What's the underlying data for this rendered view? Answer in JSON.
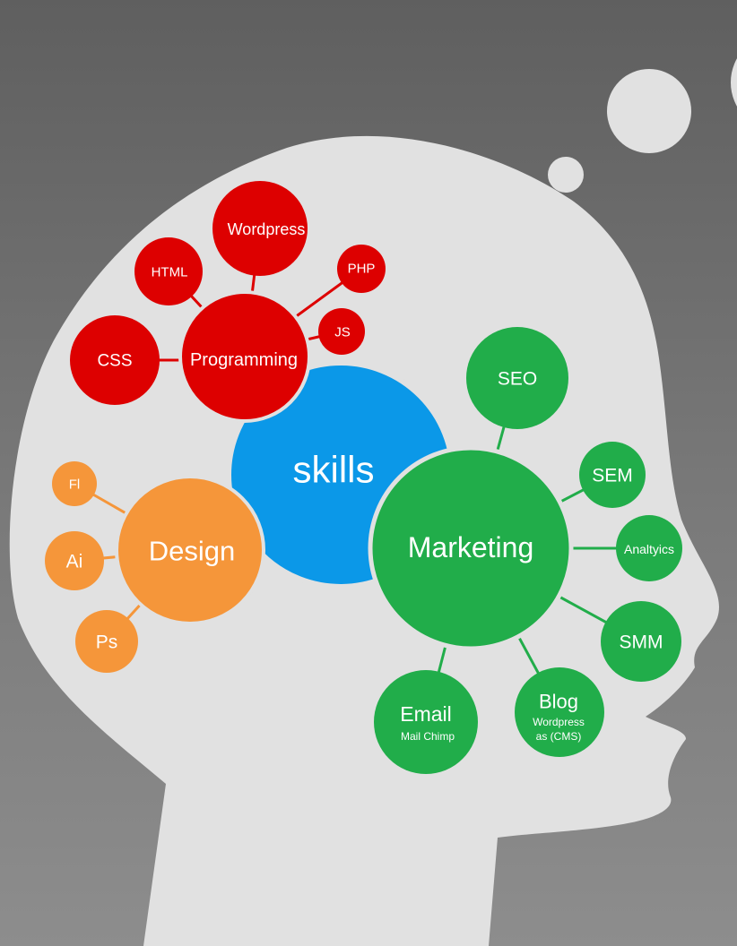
{
  "colors": {
    "background": "#6b6b6b",
    "head": "#e1e1e1",
    "core": "#0b98e8",
    "programming": "#dd0000",
    "design": "#f5963a",
    "marketing": "#21ad4a",
    "text": "#ffffff"
  },
  "center": {
    "label": "skills"
  },
  "groups": {
    "programming": {
      "label": "Programming",
      "items": [
        {
          "label": "Wordpress"
        },
        {
          "label": "HTML"
        },
        {
          "label": "PHP"
        },
        {
          "label": "JS"
        },
        {
          "label": "CSS"
        }
      ]
    },
    "design": {
      "label": "Design",
      "items": [
        {
          "label": "Fl"
        },
        {
          "label": "Ai"
        },
        {
          "label": "Ps"
        }
      ]
    },
    "marketing": {
      "label": "Marketing",
      "items": [
        {
          "label": "SEO"
        },
        {
          "label": "SEM"
        },
        {
          "label": "Analtyics"
        },
        {
          "label": "SMM"
        },
        {
          "label": "Blog",
          "sub1": "Wordpress",
          "sub2": "as (CMS)"
        },
        {
          "label": "Email",
          "sub1": "Mail Chimp"
        }
      ]
    }
  }
}
